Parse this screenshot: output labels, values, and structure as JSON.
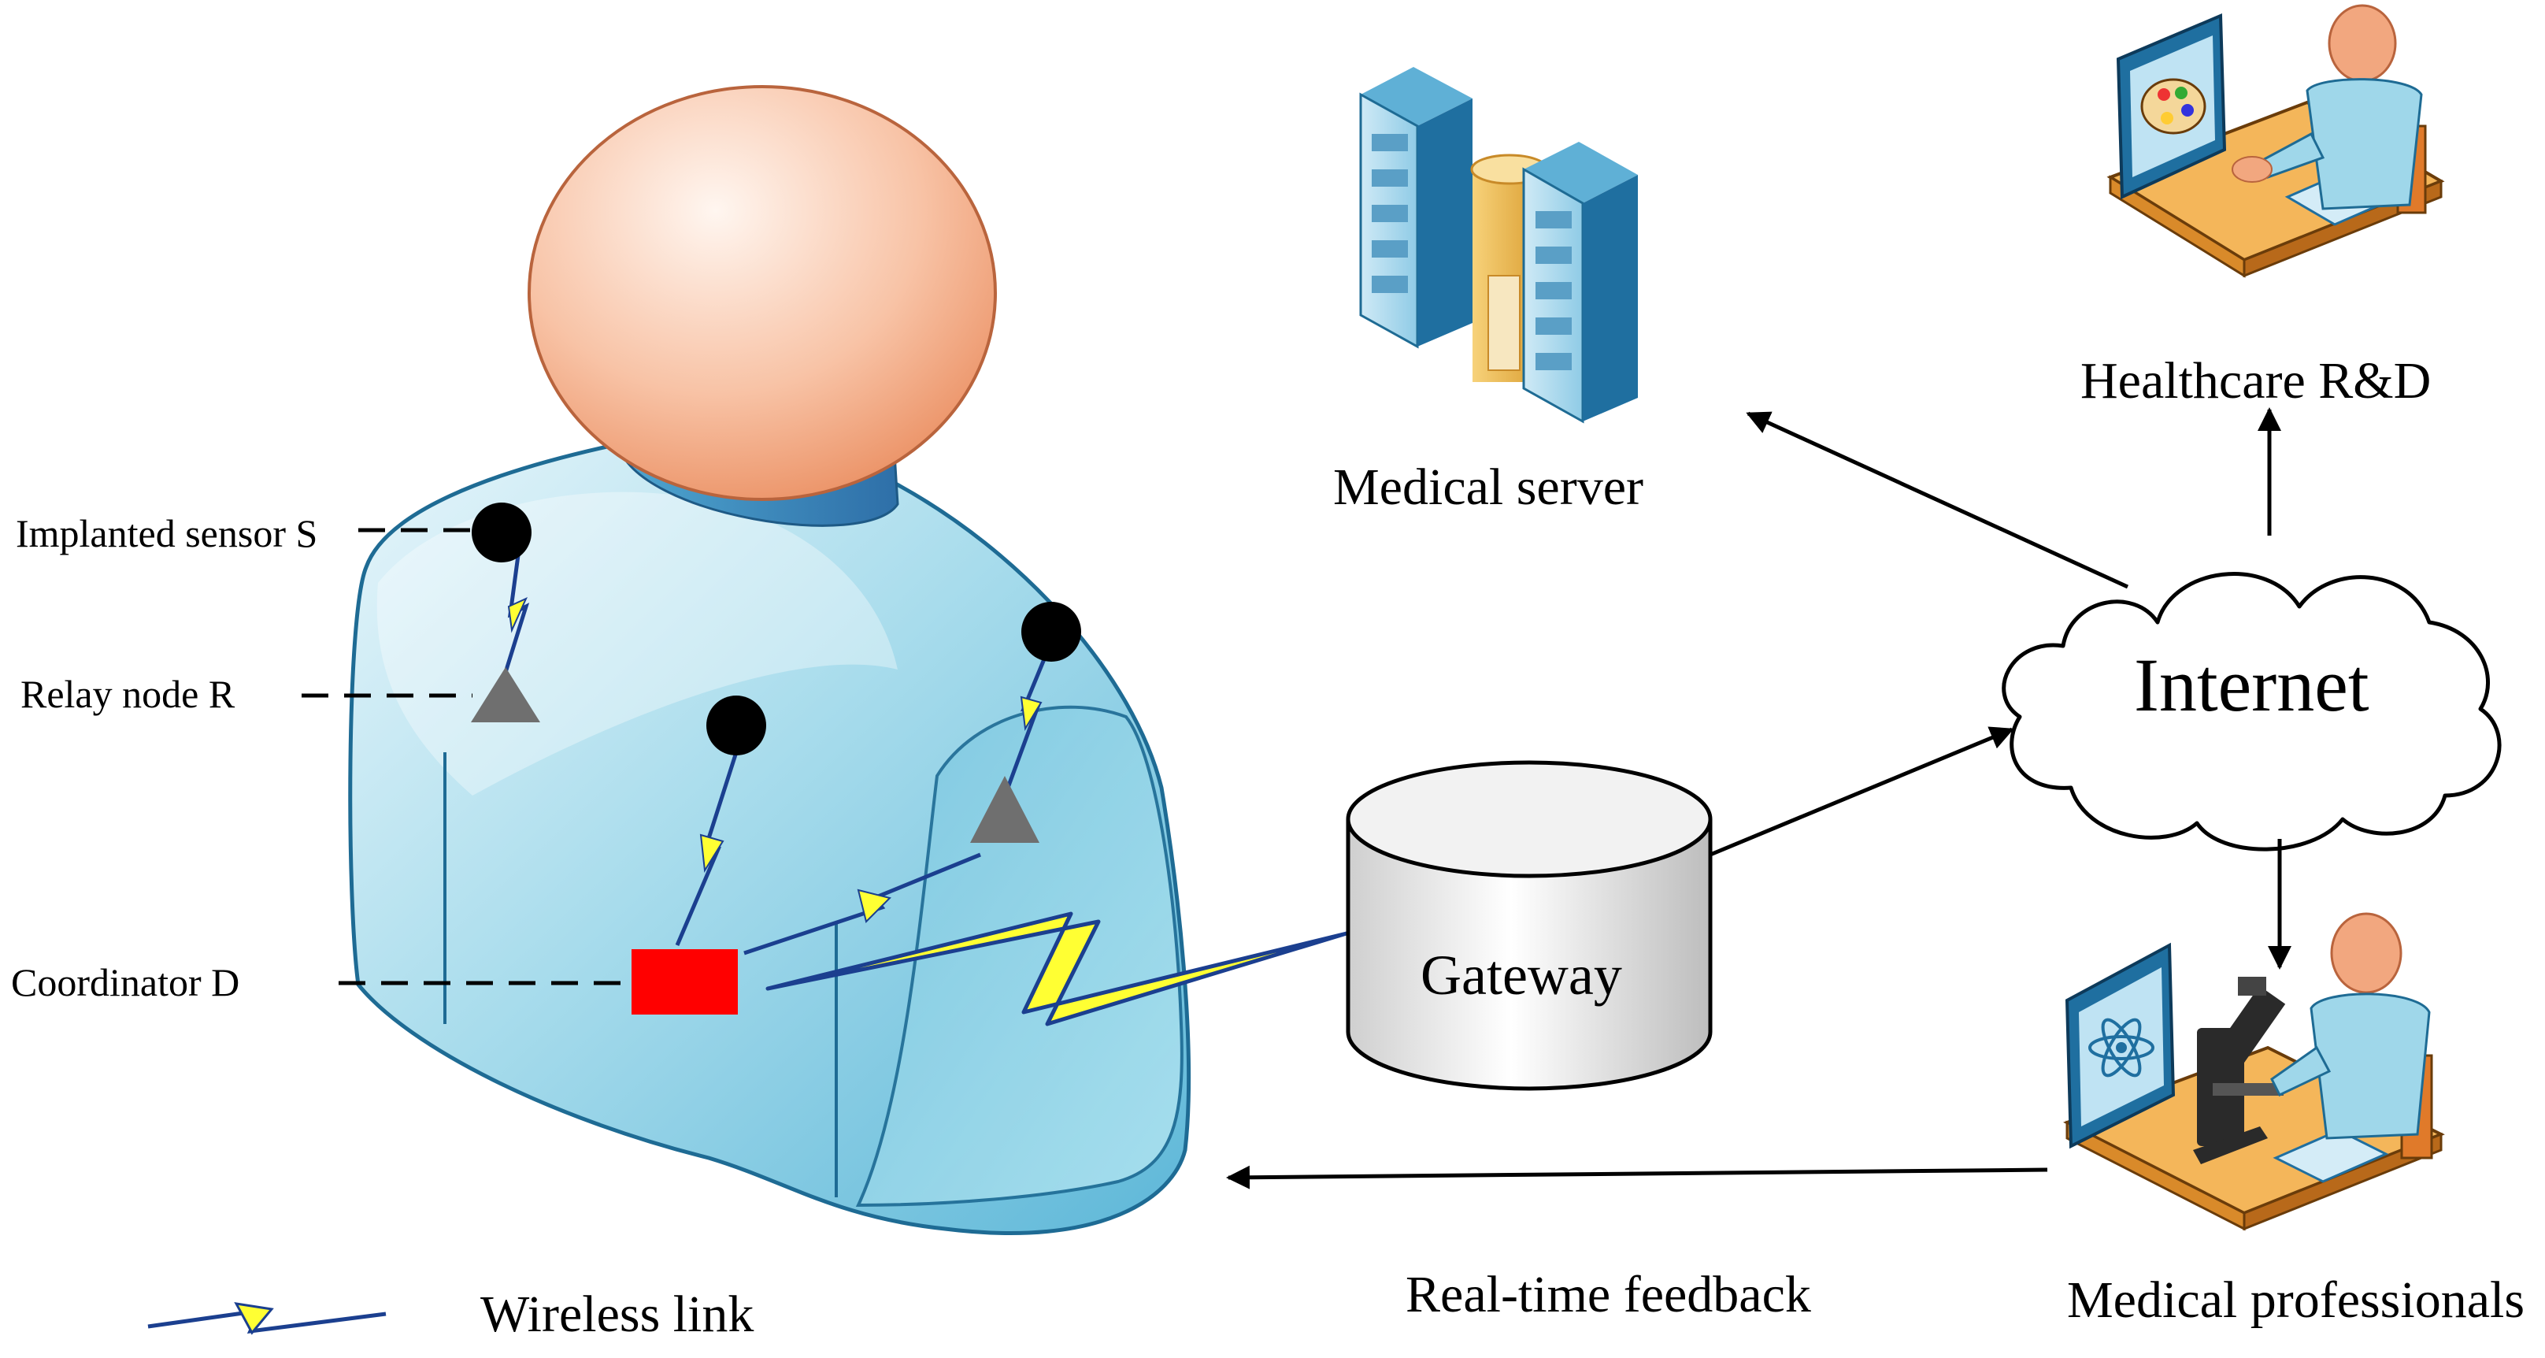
{
  "labels": {
    "implanted_sensor": "Implanted sensor S",
    "relay_node": "Relay node R",
    "coordinator": "Coordinator D",
    "wireless_link": "Wireless link",
    "medical_server": "Medical server",
    "internet": "Internet",
    "healthcare_rd": "Healthcare R&D",
    "gateway": "Gateway",
    "realtime_feedback": "Real-time feedback",
    "medical_professionals": "Medical professionals"
  },
  "colors": {
    "coordinator": "#ff0000",
    "sensor": "#000000",
    "relay": "#6f6f6f",
    "wireless_bolt": "#ffff33",
    "wireless_outline": "#1b3f8f",
    "body_fill": "#9fd7ea",
    "head_fill": "#f2a77f",
    "server_blue": "#2e86b7"
  },
  "icons": {
    "server": "server-rack-icon",
    "cloud": "cloud-icon",
    "gateway": "database-cylinder-icon",
    "rd_workstation": "computer-workstation-icon",
    "professional_workstation": "microscope-workstation-icon"
  }
}
